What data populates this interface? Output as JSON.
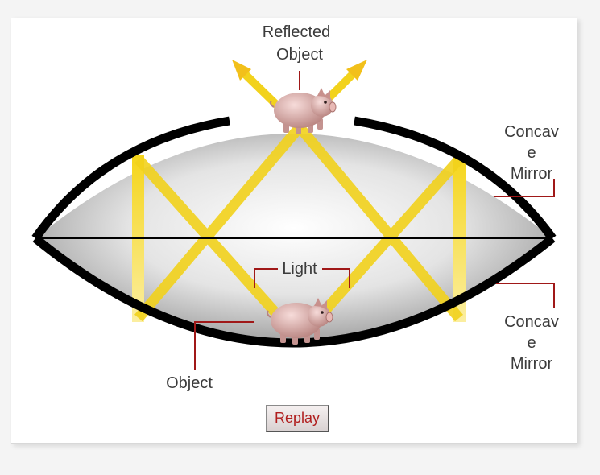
{
  "labels": {
    "reflected_object_line1": "Reflected",
    "reflected_object_line2": "Object",
    "top_mirror_line1": "Concav",
    "top_mirror_line2": "e",
    "top_mirror_line3": "Mirror",
    "bottom_mirror_line1": "Concav",
    "bottom_mirror_line2": "e",
    "bottom_mirror_line3": "Mirror",
    "light": "Light",
    "object": "Object"
  },
  "replay_button": {
    "label": "Replay"
  },
  "colors": {
    "mirror": "#000000",
    "light_ray": "#f2d21c",
    "leader_line": "#a01818",
    "label_text": "#3c3c3c",
    "button_text": "#b01e1e",
    "pig": "#d9a9a6"
  }
}
